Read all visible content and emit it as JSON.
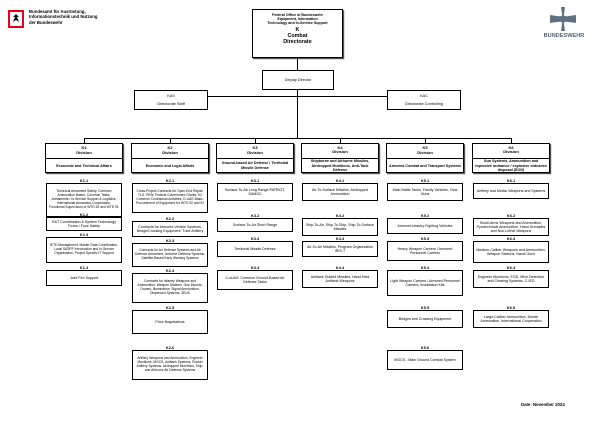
{
  "left_logo": {
    "line1": "Bundesamt für Ausrüstung,",
    "line2": "Informationstechnik und Nutzung",
    "line3": "der Bundeswehr"
  },
  "right_logo": {
    "wordmark": "BUNDESWEHR"
  },
  "top": {
    "title1": "Federal Office of Bundeswehr",
    "title2": "Equipment, Information",
    "title3": "Technology and In-Service Support",
    "code": "K",
    "name1": "Combat",
    "name2": "Directorate"
  },
  "deputy": {
    "label": "Deputy Director"
  },
  "staff_left": {
    "code": "KAS",
    "label": "Directorate Staff"
  },
  "staff_right": {
    "code": "KAC",
    "label": "Directorate Controlling"
  },
  "divisions": [
    {
      "code": "K1",
      "word": "Division",
      "name": "Economic and Technical Affairs",
      "branches": [
        {
          "code": "K1.1",
          "label": "Technical Armament Safety, Common Ammunition Bases, Common Tasks, Armaments / In-Service Support & Logistics, International Armament-Cooperation, Functional Supervision of WTD 52 and WTD 91"
        },
        {
          "code": "K1.2",
          "label": "R&T Coordination & System Technology Fuzes / Fuze Safety"
        },
        {
          "code": "K1.3",
          "label": "IETD Management, Master Data Coordination, Local SASPF Introduction and In-Service Organization, Project Specific IT Support"
        },
        {
          "code": "K1.4",
          "label": "Joint Fire Support"
        }
      ]
    },
    {
      "code": "K2",
      "word": "Division",
      "name": "Economic and Legal Affairs",
      "branches": [
        {
          "code": "K2.1",
          "label": "Cross-Project Contracts for Open-End Repair, TLS, PKW, Federal Government Grants, K2 Common Contractual Activities, D-UAG Basic, Procurement of Equipment for WTD 52 and 91"
        },
        {
          "code": "K2.2",
          "label": "Contracts for Armored Vehicle Systems, Bridge/Crossing Equipment, Tube Artillery"
        },
        {
          "code": "K2.3",
          "label": "Contracts for Air Defense Systems and Air Defence Armament, Airborne Defense Systems, Satellite-Based Early Warning Systems"
        },
        {
          "code": "K2.4",
          "label": "Contracts for Infantry Weapons and Ammunition, Weapon Stations, Gun Mounts, Drones, Illumination, Signal Ammunition, Dispensed Systems, ZEUS"
        },
        {
          "code": "K2.5",
          "label": "Price Negotiations"
        },
        {
          "code": "K2.6",
          "label": "Artillery Weapons and Ammunition, Engineer Munitions, MGCS, Antitank Systems, Rocket Artillery Systems, Airdropped Munitions, Ship- and Airborne Air Defense Systems"
        }
      ]
    },
    {
      "code": "K3",
      "word": "Division",
      "name": "Ground-based Air Defense / Territorial Missile Defense",
      "branches": [
        {
          "code": "K3.1",
          "label": "Surface-To-Air Long Range PATRIOT, SAMOC"
        },
        {
          "code": "K3.2",
          "label": "Surface-To-Air Short Range"
        },
        {
          "code": "K3.3",
          "label": "Territorial Missile Defense"
        },
        {
          "code": "K3.4",
          "label": "C-sUAS: Common Ground-Based Air Defense Tasks"
        }
      ]
    },
    {
      "code": "K4",
      "word": "Division",
      "name": "Shipborne and Airborne Missiles, Airdropped Munitions, Anti-Tank Defense",
      "branches": [
        {
          "code": "K4.1",
          "label": "Air-To-Surface Missiles, Airdropped Ammunition"
        },
        {
          "code": "K4.2",
          "label": "Ship-To-Air, Ship-To-Ship, Ship-To-Surface Missiles"
        },
        {
          "code": "K4.3",
          "label": "Air-To-Air Missiles, Program Organization IRIS-T"
        },
        {
          "code": "K4.4",
          "label": "Antitank Guided Missiles, Hand-Held Antitank Weapons"
        }
      ]
    },
    {
      "code": "K5",
      "word": "Division",
      "name": "Armored Combat and Transport Systems",
      "branches": [
        {
          "code": "K5.1",
          "label": "Main Battle Tanks, Family Vehicles, Tank Guns"
        },
        {
          "code": "K5.2",
          "label": "Armored Infantry Fighting Vehicles"
        },
        {
          "code": "K5.3",
          "label": "Heavy Weapon Carriers / Armored Personnel Carriers"
        },
        {
          "code": "K5.4",
          "label": "Light Weapon Carriers / Armored Personnel Carriers; Installation Kits"
        },
        {
          "code": "K5.5",
          "label": "Bridges and Crossing Equipment"
        },
        {
          "code": "K5.6",
          "label": "MGCS - Main Ground Combat System"
        }
      ]
    },
    {
      "code": "K6",
      "word": "Division",
      "name": "Gun Systems, Ammunition and explosive ordnance / explosive ordnance disposal (EOD)",
      "branches": [
        {
          "code": "K6.1",
          "label": "Artillery and Mortar Weapons and Systems"
        },
        {
          "code": "K6.2",
          "label": "Small-Arms Weapons and Ammunition, Pyrotechnical Ammunition, Hand Grenades and Non-Lethal Weapons"
        },
        {
          "code": "K6.3",
          "label": "Medium-Caliber Weapons and Ammunition, Weapon Stations, Naval Guns"
        },
        {
          "code": "K6.4",
          "label": "Engineer Munitions, EOD, Mine Detection and Clearing Systems, C-IED"
        },
        {
          "code": "K6.5",
          "label": "Large-Caliber Ammunition, Mortar Ammunition, International Cooperation"
        }
      ]
    }
  ],
  "footer": {
    "date": "Date: November 2024"
  }
}
